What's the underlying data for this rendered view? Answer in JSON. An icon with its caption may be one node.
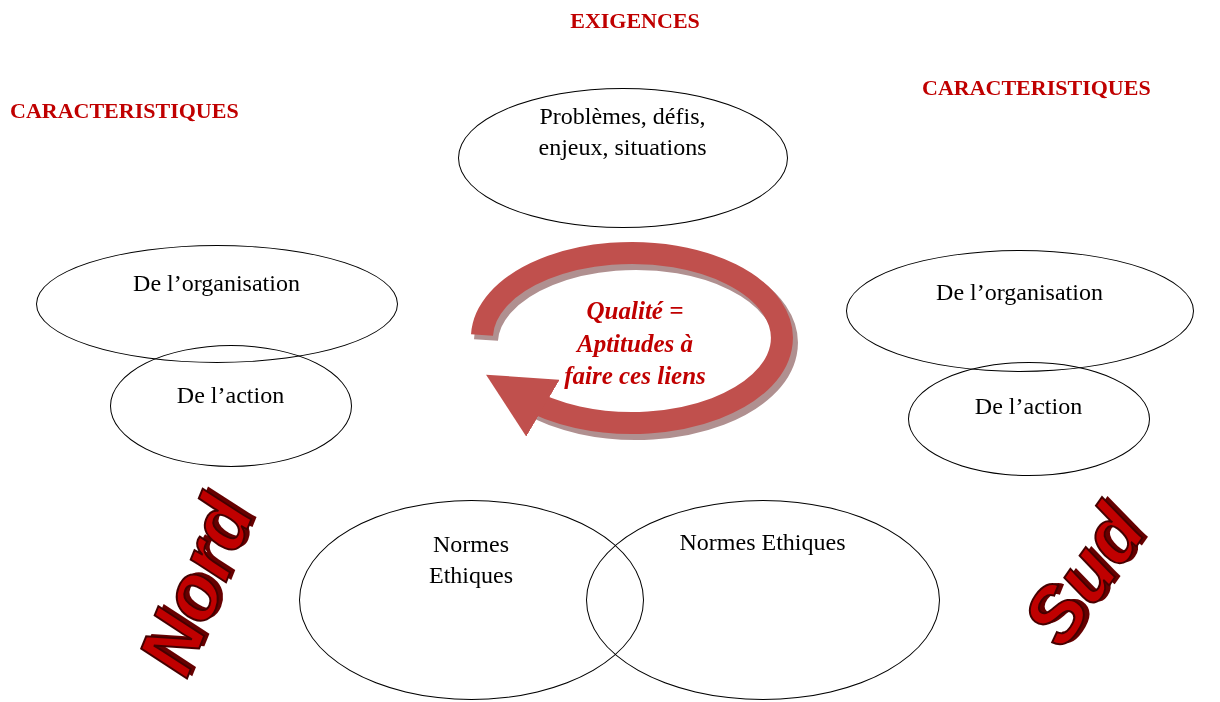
{
  "diagram": {
    "title": "EXIGENCES",
    "nodes": [
      {
        "text": [
          "Problèmes, défis, enjeux, situations"
        ]
      },
      {
        "text": [
          "De l’organisation"
        ]
      },
      {
        "text": [
          "De l’action"
        ]
      },
      {
        "text": [
          "Qualité = Aptitudes à faire ces liens"
        ]
      },
      {
        "text": [
          "De l’organisation"
        ]
      },
      {
        "text": [
          "De l’action"
        ]
      },
      {
        "text": [
          "Normes Ethiques"
        ]
      },
      {
        "text": [
          "Normes Ethiques"
        ]
      }
    ],
    "labels": [
      "CARACTERISTIQUES",
      "CARACTERISTIQUES",
      "Nord",
      "Sud"
    ]
  }
}
